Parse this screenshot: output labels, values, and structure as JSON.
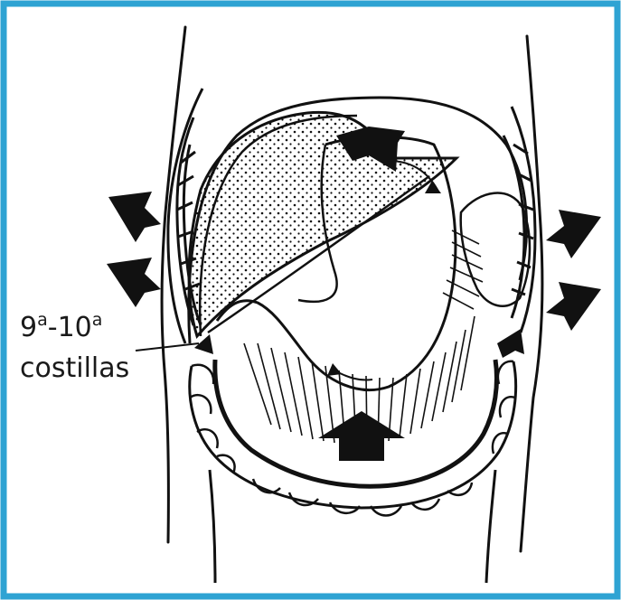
{
  "annotation": {
    "rib_label": {
      "rib_a": "9",
      "sup_a": "a",
      "separator": "-",
      "rib_b": "10",
      "sup_b": "a",
      "line2": "costillas"
    }
  },
  "colors": {
    "frame_border": "#2ea3d3",
    "ink": "#111111",
    "background": "#ffffff"
  },
  "icons": [
    "double-arrow-icon",
    "arrow-icon"
  ]
}
